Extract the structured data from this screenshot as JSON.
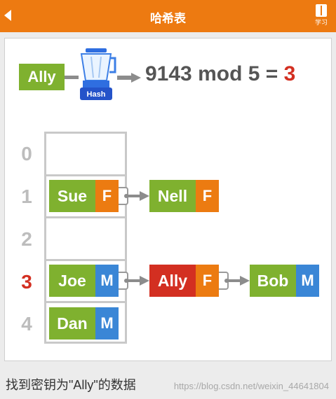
{
  "header": {
    "title": "哈希表",
    "learn_label": "学习"
  },
  "hash_demo": {
    "key": "Ally",
    "hash_label": "Hash",
    "equation": "9143 mod 5 = ",
    "result": "3"
  },
  "table": {
    "indexes": [
      "0",
      "1",
      "2",
      "3",
      "4"
    ],
    "highlight_index": "3"
  },
  "nodes": {
    "sue": {
      "name": "Sue",
      "gender": "F"
    },
    "nell": {
      "name": "Nell",
      "gender": "F"
    },
    "joe": {
      "name": "Joe",
      "gender": "M"
    },
    "ally": {
      "name": "Ally",
      "gender": "F"
    },
    "bob": {
      "name": "Bob",
      "gender": "M"
    },
    "dan": {
      "name": "Dan",
      "gender": "M"
    }
  },
  "caption": "找到密钥为\"Ally\"的数据",
  "watermark": "https://blog.csdn.net/weixin_44641804",
  "colors": {
    "header": "#ed7a11",
    "key_green": "#7fb12f",
    "highlight_red": "#d32f21",
    "female_orange": "#ec7b11",
    "male_blue": "#3a86d6"
  }
}
